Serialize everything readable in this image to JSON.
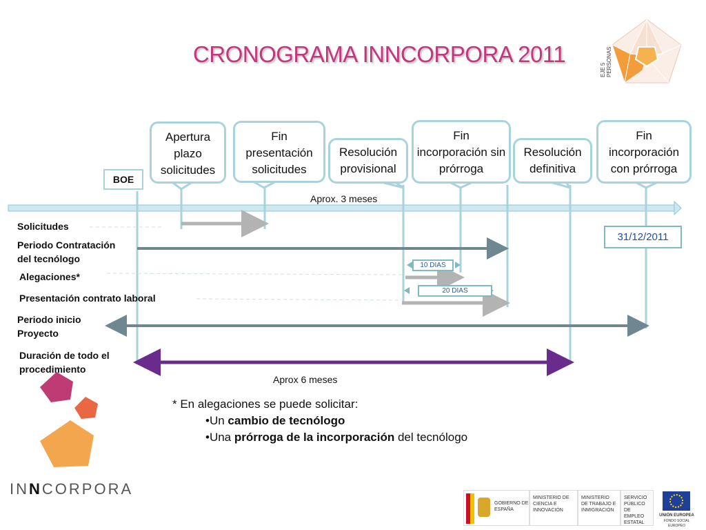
{
  "title": "CRONOGRAMA INNCORPORA 2011",
  "corner_label": "EJE 5\nPERSONAS",
  "boe": "BOE",
  "callouts": {
    "apertura": "Apertura plazo solicitudes",
    "fin_presentacion": "Fin presentación solicitudes",
    "res_provisional": "Resolución provisional",
    "fin_sin_prorroga": "Fin incorporación sin prórroga",
    "res_definitiva": "Resolución definitiva",
    "fin_con_prorroga": "Fin incorporación con prórroga"
  },
  "notes": {
    "aprox3": "Aprox. 3 meses",
    "aprox6": "Aprox 6 meses",
    "date": "31/12/2011",
    "dias10": "10 DIAS",
    "dias20": "20 DIAS"
  },
  "rows": {
    "solicitudes": "Solicitudes",
    "contratacion1": "Periodo Contratación",
    "contratacion2": "del tecnólogo",
    "alegaciones": "Alegaciones*",
    "presentacion": "Presentación contrato laboral",
    "inicio1": "Periodo inicio",
    "inicio2": "Proyecto",
    "duracion1": "Duración de todo el",
    "duracion2": "procedimiento"
  },
  "footnote": {
    "intro": "* En alegaciones se puede solicitar:",
    "item1_pre": "•Un ",
    "item1_bold": "cambio de tecnólogo",
    "item2_pre": "•Una ",
    "item2_bold": "prórroga de la incorporación",
    "item2_post": " del tecnólogo"
  },
  "brand": {
    "pre": "IN",
    "mid": "N",
    "post": "CORPORA"
  },
  "logos": {
    "gobierno": "GOBIERNO DE ESPAÑA",
    "ciencia": "MINISTERIO DE CIENCIA E INNOVACIÓN",
    "trabajo": "MINISTERIO DE TRABAJO E INMIGRACIÓN",
    "sepe": "SERVICIO PÚBLICO DE EMPLEO ESTATAL",
    "ue": "UNIÓN EUROPEA",
    "fse": "FONDO SOCIAL EUROPEO"
  },
  "colors": {
    "title": "#c2377e",
    "callout_border": "#a9d3dc",
    "main_arrow": "#a6d0da",
    "grey_bar": "#b3b3b3",
    "dark_bar": "#6f8790",
    "purple_bar": "#6a2c8c",
    "orange": "#f39c3c",
    "magenta": "#b4195a"
  }
}
